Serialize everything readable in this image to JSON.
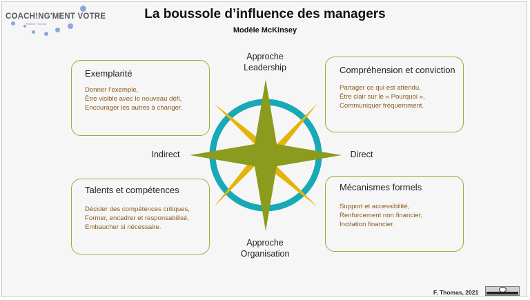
{
  "logo": {
    "text": "COACH!NG'MENT VOTRE",
    "sub": "Fabrice Thomas"
  },
  "title": "La boussole d’influence des managers",
  "subtitle": "Modèle McKinsey",
  "axes": {
    "top": [
      "Approche",
      "Leadership"
    ],
    "bottom": [
      "Approche",
      "Organisation"
    ],
    "left": "Indirect",
    "right": "Direct"
  },
  "boxes": {
    "top_left": {
      "title": "Exemplarité",
      "lines": [
        "Donner l’exemple,",
        "Être visible avec le nouveau défi,",
        "Encourager les autres à changer."
      ]
    },
    "top_right": {
      "title": "Compréhension et conviction",
      "lines": [
        "Partager ce qui est attendu,",
        "Être clair sur le « Pourquoi »,",
        "Communiquer fréquemment."
      ]
    },
    "bottom_left": {
      "title": "Talents et compétences",
      "lines": [
        "Décider des compétences critiques,",
        "Former, encadrer et responsabilisé,",
        "Embaucher si nécessaire."
      ]
    },
    "bottom_right": {
      "title": "Mécanismes formels",
      "lines": [
        "Support et accessibilité,",
        "Renforcement non financier,",
        "Incitation financier."
      ]
    }
  },
  "credit": "F. Thomas, 2021",
  "colors": {
    "box_border": "#8fb33a",
    "body_text": "#8a5a1a",
    "star_main": "#8a9b1d",
    "star_diag": "#e3b50c",
    "ring": "#17a9b5"
  }
}
